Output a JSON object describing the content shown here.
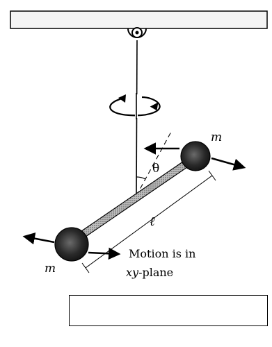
{
  "labels": {
    "mass_top": "m",
    "mass_bottom": "m",
    "angle": "θ",
    "length": "ℓ",
    "motion_line1": "Motion is in",
    "motion_line2_italic": "xy",
    "motion_line2_rest": "-plane"
  },
  "caption_box_text": "",
  "colors": {
    "ink": "#000000",
    "ceiling_fill": "#f4f4f4",
    "mass_fill": "#2a2a2a",
    "rod_fill": "#9a9a9a"
  }
}
